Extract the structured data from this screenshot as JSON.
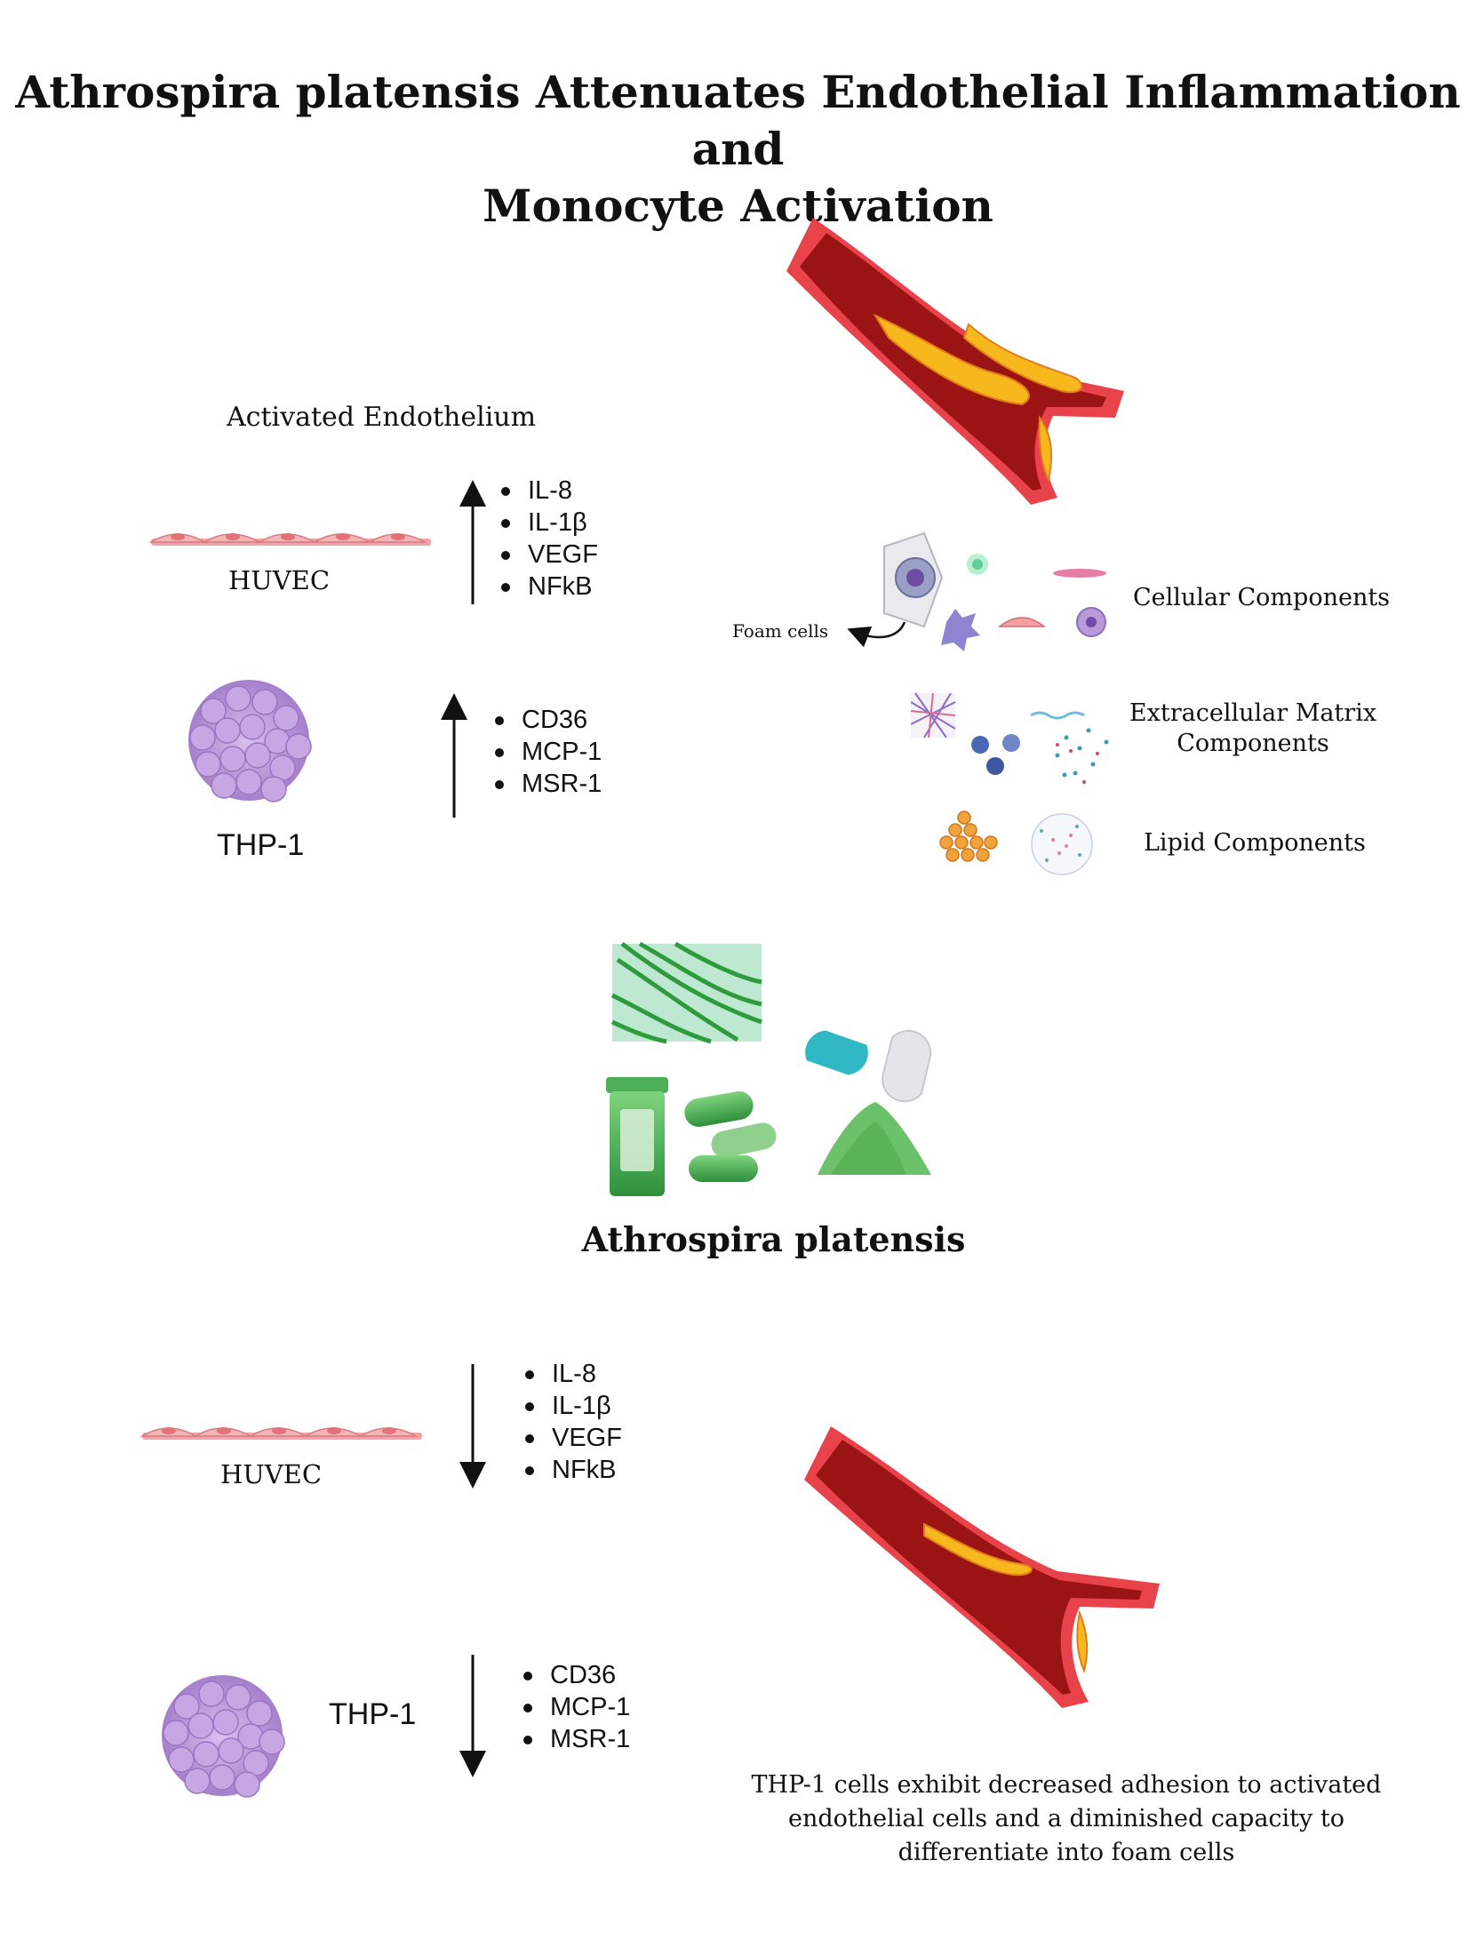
{
  "title": {
    "line1": "Athrospira platensis Attenuates Endothelial Inflammation and",
    "line2": "Monocyte Activation"
  },
  "top_section": {
    "heading": "Activated Endothelium",
    "huvec_label": "HUVEC",
    "huvec_markers": [
      "IL-8",
      "IL-1β",
      "VEGF",
      "NFkB"
    ],
    "huvec_trend": "up",
    "thp1_label": "THP-1",
    "thp1_markers": [
      "CD36",
      "MCP-1",
      "MSR-1"
    ],
    "thp1_trend": "up"
  },
  "plaque_components": {
    "foam_cells_label": "Foam cells",
    "cellular": "Cellular Components",
    "ecm_line1": "Extracellular Matrix",
    "ecm_line2": "Components",
    "lipid": "Lipid Components"
  },
  "treatment": {
    "label": "Athrospira platensis"
  },
  "bottom_section": {
    "huvec_label": "HUVEC",
    "huvec_markers": [
      "IL-8",
      "IL-1β",
      "VEGF",
      "NFkB"
    ],
    "huvec_trend": "down",
    "thp1_label": "THP-1",
    "thp1_markers": [
      "CD36",
      "MCP-1",
      "MSR-1"
    ],
    "thp1_trend": "down",
    "conclusion_line1": "THP-1 cells exhibit decreased adhesion to activated",
    "conclusion_line2": "endothelial cells and a diminished capacity to",
    "conclusion_line3": "differentiate into foam cells"
  },
  "colors": {
    "vessel_wall": "#e8434a",
    "vessel_lumen": "#9b1414",
    "plaque": "#f6b81c",
    "huvec": "#f2a3a6",
    "thp1": "#b894d6",
    "spirulina": "#3aa54a"
  }
}
